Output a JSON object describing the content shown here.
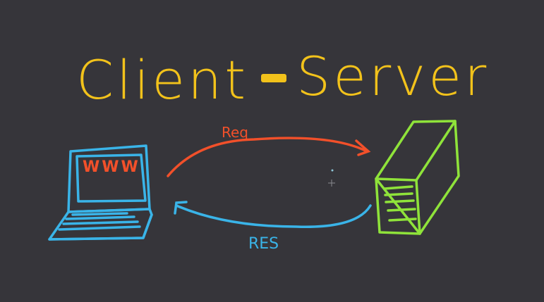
{
  "title": {
    "left": "Client",
    "dash": "-",
    "right": "Server",
    "color": "#f2c21b"
  },
  "client": {
    "label": "laptop",
    "screen_text": "WWW",
    "color": "#3ab4e8",
    "screen_text_color": "#f2502a"
  },
  "server": {
    "label": "server",
    "color": "#8fe33a"
  },
  "request": {
    "label": "Req",
    "color": "#f2502a"
  },
  "response": {
    "label": "RES",
    "color": "#3ab4e8"
  },
  "background": "#36353a"
}
